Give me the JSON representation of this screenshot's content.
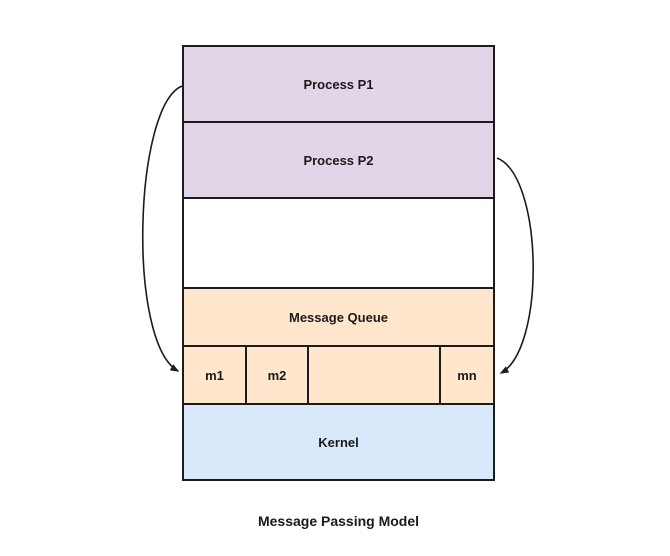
{
  "diagram": {
    "caption": "Message Passing Model",
    "rows": {
      "process_p1": "Process P1",
      "process_p2": "Process P2",
      "message_queue": "Message Queue",
      "kernel": "Kernel"
    },
    "queue_cells": [
      {
        "label": "m1"
      },
      {
        "label": "m2"
      },
      {
        "label": ""
      },
      {
        "label": "mn"
      }
    ],
    "arrows": [
      {
        "name": "p1-to-m1",
        "description": "curved arrow from Process P1 left edge into cell m1"
      },
      {
        "name": "p2-to-mn",
        "description": "curved arrow from Process P2 right edge into cell mn"
      }
    ],
    "colors": {
      "process_fill": "#e1d5e7",
      "queue_fill": "#ffe6cc",
      "kernel_fill": "#dae8fc",
      "border": "#1c1c1c",
      "text": "#1a1a1a",
      "canvas": "#ffffff"
    }
  }
}
